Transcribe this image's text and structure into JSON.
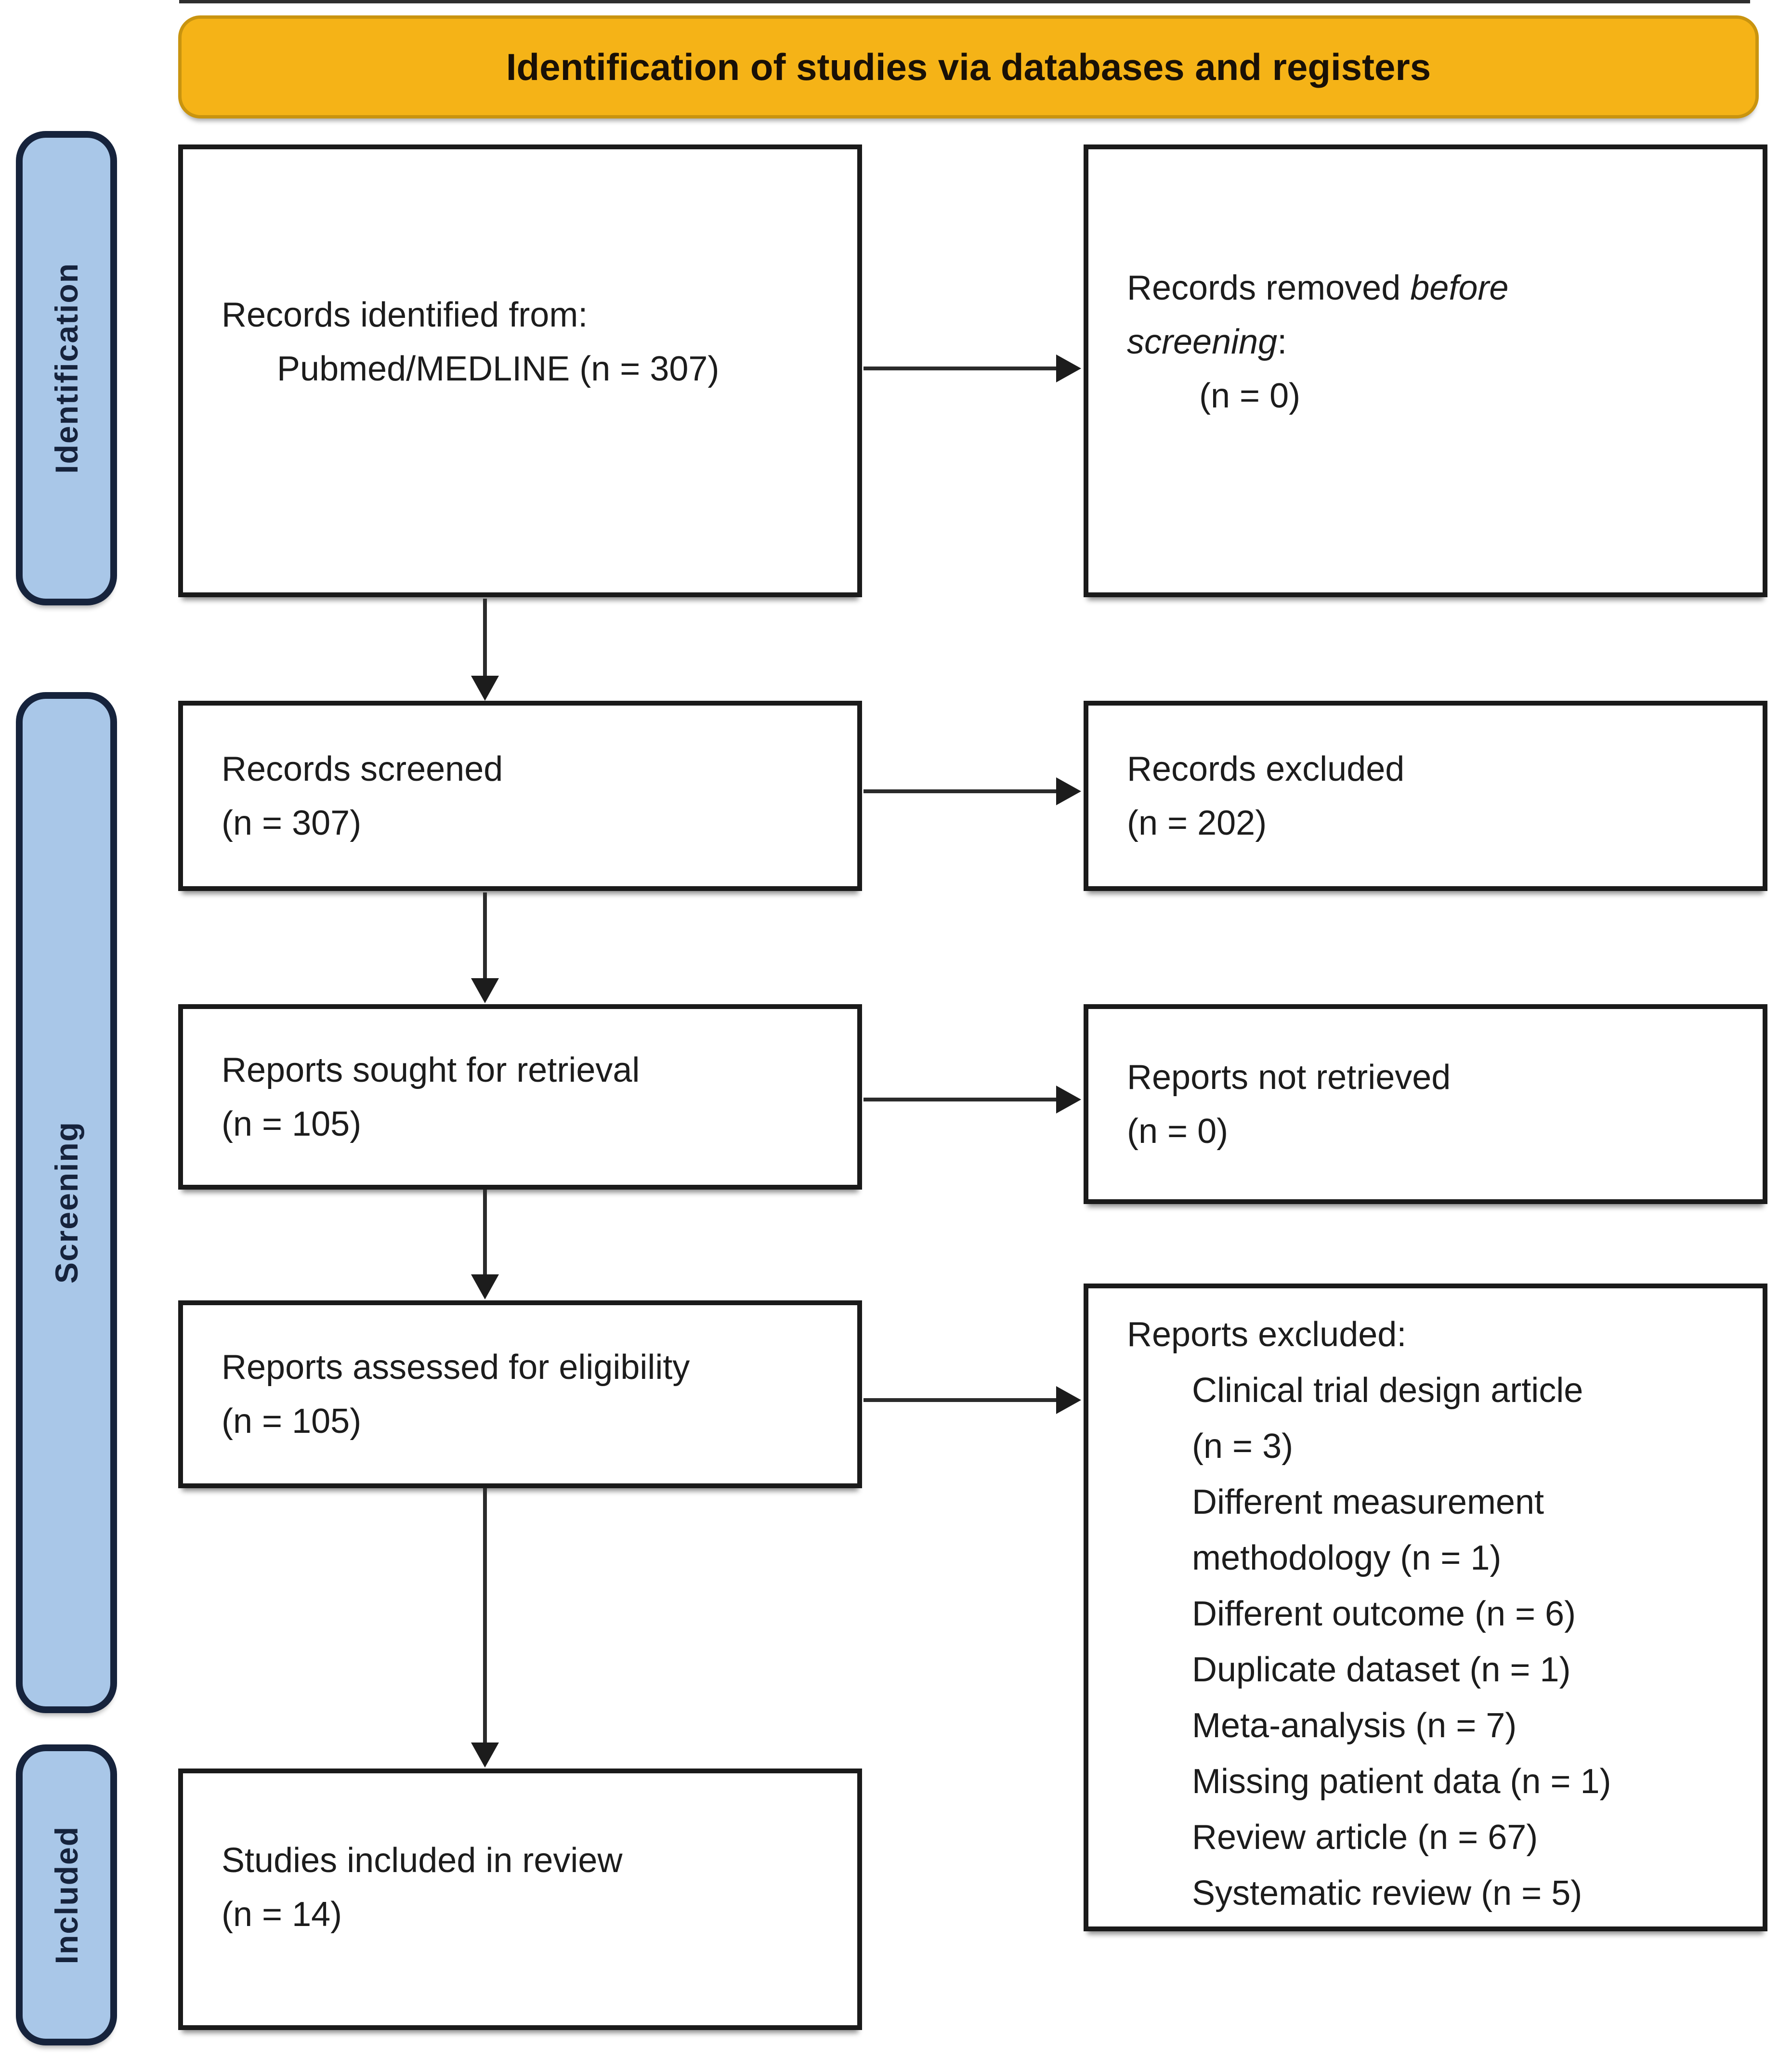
{
  "banner": {
    "title": "Identification of studies via databases and registers"
  },
  "stages": {
    "identification": "Identification",
    "screening": "Screening",
    "included": "Included"
  },
  "flow": {
    "identified": {
      "line1": "Records identified from:",
      "line2": "Pubmed/MEDLINE (n = 307)"
    },
    "removed_before_screening": {
      "pre": "Records removed ",
      "italic_line1": "before",
      "italic_line2": "screening",
      "post": ":",
      "count": "(n = 0)"
    },
    "screened": {
      "line1": "Records screened",
      "line2": "(n = 307)"
    },
    "records_excluded": {
      "line1": "Records excluded",
      "line2": "(n = 202)"
    },
    "sought": {
      "line1": "Reports sought for retrieval",
      "line2": "(n = 105)"
    },
    "not_retrieved": {
      "line1": "Reports not retrieved",
      "line2": "(n = 0)"
    },
    "assessed": {
      "line1": "Reports assessed for eligibility",
      "line2": "(n = 105)"
    },
    "reports_excluded": {
      "header": "Reports excluded:",
      "reasons": [
        [
          "Clinical trial design article",
          "(n = 3)"
        ],
        [
          "Different measurement",
          "methodology (n = 1)"
        ],
        [
          "Different outcome (n = 6)"
        ],
        [
          "Duplicate dataset (n = 1)"
        ],
        [
          "Meta-analysis (n = 7)"
        ],
        [
          "Missing patient data (n = 1)"
        ],
        [
          "Review article (n = 67)"
        ],
        [
          "Systematic review (n = 5)"
        ]
      ]
    },
    "included_studies": {
      "line1": "Studies included in review",
      "line2": "(n = 14)"
    }
  },
  "colors": {
    "banner_bg": "#F5B317",
    "banner_border": "#C9940F",
    "stage_bg": "#A9C7E8",
    "stage_border": "#16233C",
    "box_bg": "#FFFFFF",
    "box_border": "#1A1A1A",
    "arrow": "#2B2B2B"
  }
}
